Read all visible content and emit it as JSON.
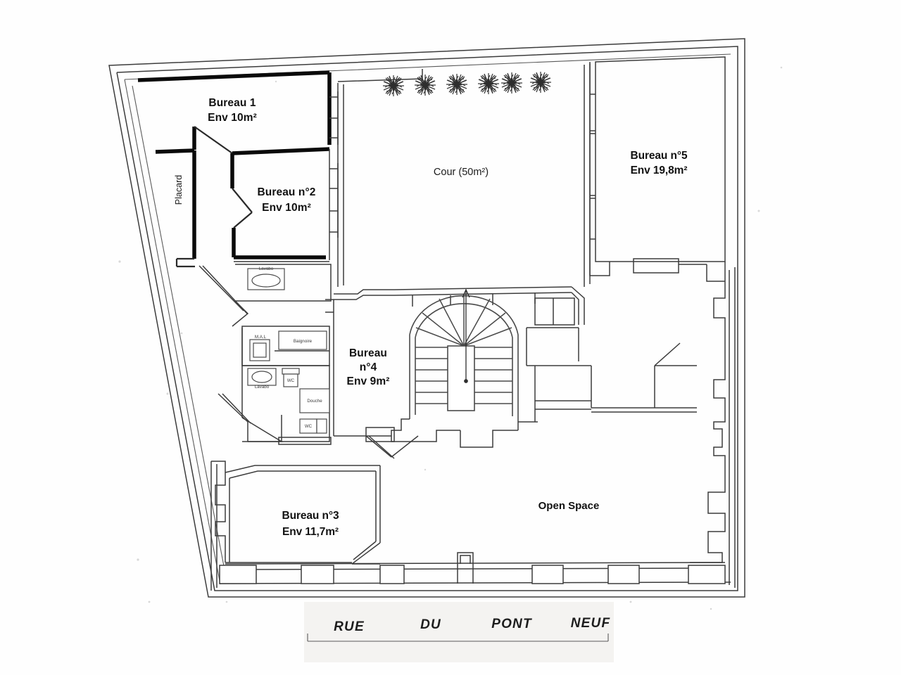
{
  "document": {
    "type": "architectural-floor-plan",
    "background_color": "#fefefe",
    "ink_color": "#111111"
  },
  "rooms": [
    {
      "id": "bureau1",
      "name": "Bureau 1",
      "area": "Env 10m²",
      "label_lines": [
        "Bureau 1",
        "Env 10m²"
      ]
    },
    {
      "id": "bureau2",
      "name": "Bureau n°2",
      "area": "Env 10m²",
      "label_lines": [
        "Bureau n°2",
        "Env 10m²"
      ]
    },
    {
      "id": "bureau3",
      "name": "Bureau n°3",
      "area": "Env 11,7m²",
      "label_lines": [
        "Bureau n°3",
        "Env 11,7m²"
      ]
    },
    {
      "id": "bureau4",
      "name": "Bureau",
      "area": "Env 9m²",
      "label_lines": [
        "Bureau",
        "n°4",
        "Env 9m²"
      ]
    },
    {
      "id": "bureau5",
      "name": "Bureau n°5",
      "area": "Env 19,8m²",
      "label_lines": [
        "Bureau n°5",
        "Env 19,8m²"
      ]
    },
    {
      "id": "cour",
      "name": "Cour",
      "area": "(50m²)",
      "label_lines": [
        "Cour (50m²)"
      ]
    },
    {
      "id": "openspace",
      "name": "Open Space",
      "area": "",
      "label_lines": [
        "Open Space"
      ]
    },
    {
      "id": "placard",
      "name": "Placard",
      "area": "",
      "label_lines": [
        "Placard"
      ]
    }
  ],
  "fixtures": [
    {
      "id": "lavabo-haut",
      "label": "Lavabo"
    },
    {
      "id": "mal",
      "label": "M.A.L"
    },
    {
      "id": "baignoire",
      "label": "Baignoire"
    },
    {
      "id": "lavabo-bas",
      "label": "Lavabo"
    },
    {
      "id": "wc-haut",
      "label": "WC"
    },
    {
      "id": "douche",
      "label": "Douche"
    },
    {
      "id": "wc-bas",
      "label": "WC"
    }
  ],
  "street": {
    "words": [
      "RUE",
      "DU",
      "PONT",
      "NEUF"
    ],
    "full": "RUE DU PONT NEUF"
  },
  "courtyard": {
    "tree_count": 6,
    "tree_symbol": "shrub"
  },
  "stairs": {
    "type": "u-shaped-winder-staircase",
    "direction_marker": "up-arrow"
  }
}
